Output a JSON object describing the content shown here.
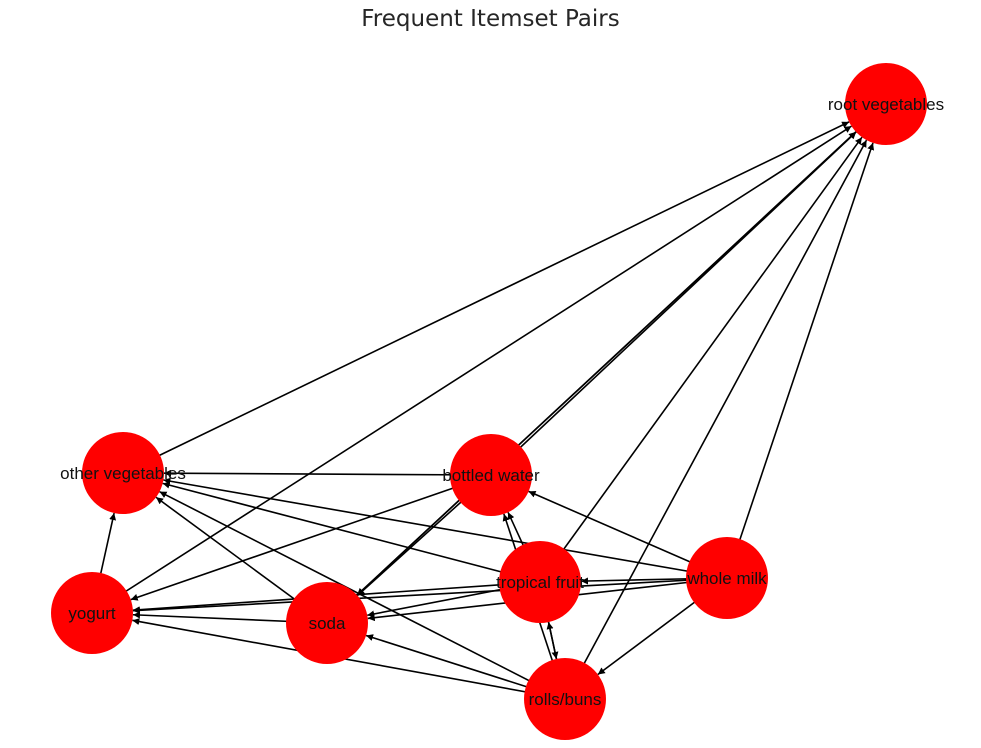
{
  "title": "Frequent Itemset Pairs",
  "node_color": "#ff0000",
  "edge_color": "#000000",
  "nodes": [
    {
      "id": "root vegetables",
      "label": "root vegetables"
    },
    {
      "id": "other vegetables",
      "label": "other vegetables"
    },
    {
      "id": "bottled water",
      "label": "bottled water"
    },
    {
      "id": "tropical fruit",
      "label": "tropical fruit"
    },
    {
      "id": "whole milk",
      "label": "whole milk"
    },
    {
      "id": "yogurt",
      "label": "yogurt"
    },
    {
      "id": "soda",
      "label": "soda"
    },
    {
      "id": "rolls/buns",
      "label": "rolls/buns"
    }
  ],
  "edges": [
    {
      "source": "other vegetables",
      "target": "root vegetables"
    },
    {
      "source": "yogurt",
      "target": "root vegetables"
    },
    {
      "source": "bottled water",
      "target": "root vegetables"
    },
    {
      "source": "soda",
      "target": "root vegetables"
    },
    {
      "source": "tropical fruit",
      "target": "root vegetables"
    },
    {
      "source": "whole milk",
      "target": "root vegetables"
    },
    {
      "source": "rolls/buns",
      "target": "root vegetables"
    },
    {
      "source": "bottled water",
      "target": "other vegetables"
    },
    {
      "source": "tropical fruit",
      "target": "other vegetables"
    },
    {
      "source": "whole milk",
      "target": "other vegetables"
    },
    {
      "source": "soda",
      "target": "other vegetables"
    },
    {
      "source": "rolls/buns",
      "target": "other vegetables"
    },
    {
      "source": "yogurt",
      "target": "other vegetables"
    },
    {
      "source": "bottled water",
      "target": "yogurt"
    },
    {
      "source": "tropical fruit",
      "target": "yogurt"
    },
    {
      "source": "whole milk",
      "target": "yogurt"
    },
    {
      "source": "soda",
      "target": "yogurt"
    },
    {
      "source": "rolls/buns",
      "target": "yogurt"
    },
    {
      "source": "root vegetables",
      "target": "soda"
    },
    {
      "source": "bottled water",
      "target": "soda"
    },
    {
      "source": "tropical fruit",
      "target": "soda"
    },
    {
      "source": "whole milk",
      "target": "soda"
    },
    {
      "source": "rolls/buns",
      "target": "soda"
    },
    {
      "source": "tropical fruit",
      "target": "bottled water"
    },
    {
      "source": "whole milk",
      "target": "bottled water"
    },
    {
      "source": "rolls/buns",
      "target": "bottled water"
    },
    {
      "source": "tropical fruit",
      "target": "rolls/buns"
    },
    {
      "source": "whole milk",
      "target": "rolls/buns"
    },
    {
      "source": "rolls/buns",
      "target": "tropical fruit"
    },
    {
      "source": "whole milk",
      "target": "tropical fruit"
    }
  ]
}
